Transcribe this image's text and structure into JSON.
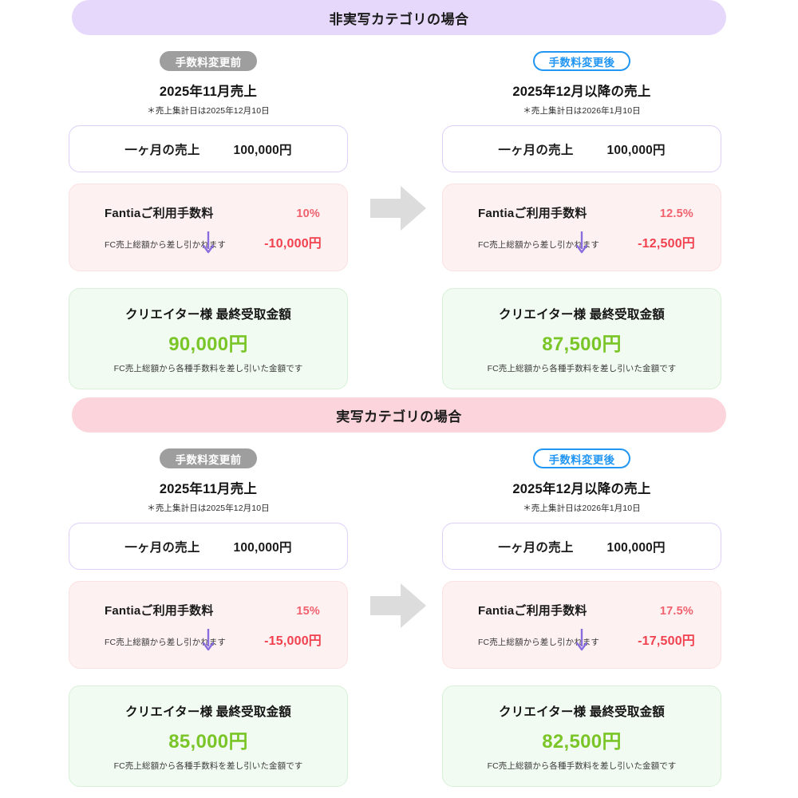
{
  "labels": {
    "badge_before": "手数料変更前",
    "badge_after": "手数料変更後",
    "sales_label": "一ヶ月の売上",
    "fee_name": "Fantiaご利用手数料",
    "fee_desc": "FC売上総額から差し引かれます",
    "result_label": "クリエイター様 最終受取金額",
    "result_note": "FC売上総額から各種手数料を差し引いた金額です"
  },
  "colors": {
    "header_nonphoto": "#e6d8fb",
    "header_photo": "#fcd5dc",
    "badge_before_bg": "#9e9e9e",
    "badge_after_border": "#2196f3",
    "fee_red": "#f1414f",
    "result_green": "#7ac528",
    "arrow_purple": "#8a6ee0",
    "arrow_gray": "#dcdcdc"
  },
  "sections": [
    {
      "id": "non-photographic",
      "title": "非実写カテゴリの場合",
      "header_style": "purple",
      "before": {
        "badge": "手数料変更前",
        "title": "2025年11月売上",
        "note": "＊売上集計日は2025年12月10日",
        "sales_value": "100,000円",
        "fee_percent": "10%",
        "fee_amount": "-10,000円",
        "result_value": "90,000円"
      },
      "after": {
        "badge": "手数料変更後",
        "title": "2025年12月以降の売上",
        "note": "＊売上集計日は2026年1月10日",
        "sales_value": "100,000円",
        "fee_percent": "12.5%",
        "fee_amount": "-12,500円",
        "result_value": "87,500円"
      }
    },
    {
      "id": "photographic",
      "title": "実写カテゴリの場合",
      "header_style": "pink",
      "before": {
        "badge": "手数料変更前",
        "title": "2025年11月売上",
        "note": "＊売上集計日は2025年12月10日",
        "sales_value": "100,000円",
        "fee_percent": "15%",
        "fee_amount": "-15,000円",
        "result_value": "85,000円"
      },
      "after": {
        "badge": "手数料変更後",
        "title": "2025年12月以降の売上",
        "note": "＊売上集計日は2026年1月10日",
        "sales_value": "100,000円",
        "fee_percent": "17.5%",
        "fee_amount": "-17,500円",
        "result_value": "82,500円"
      }
    }
  ]
}
